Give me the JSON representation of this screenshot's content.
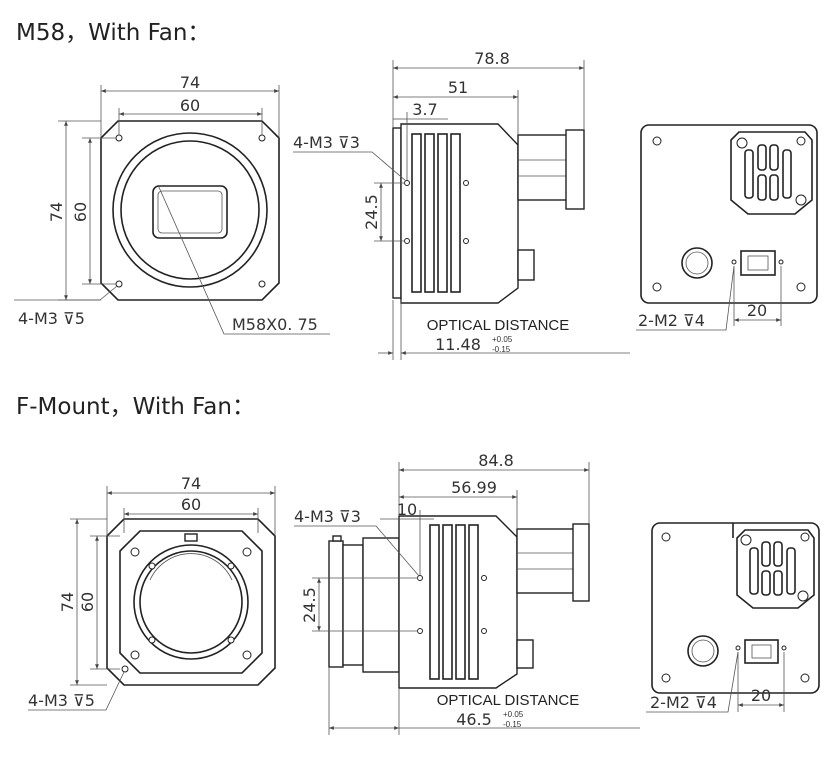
{
  "sections": [
    {
      "title": "M58，With Fan：",
      "front": {
        "width": "74",
        "hole_span": "60",
        "height": "74",
        "hole_span_v": "60",
        "mount_holes": "4-M3 ⊽5",
        "thread": "M58X0. 75"
      },
      "side": {
        "length": "78.8",
        "body_length": "51",
        "hole_offset": "3.7",
        "holes": "4-M3 ⊽3",
        "hole_pitch": "24.5",
        "optical_label": "OPTICAL DISTANCE",
        "optical_value": "11.48",
        "tol_plus": "+0.05",
        "tol_minus": "-0.15"
      },
      "back": {
        "holes": "2-M2 ⊽4",
        "hole_pitch": "20"
      }
    },
    {
      "title": "F-Mount，With Fan：",
      "front": {
        "width": "74",
        "hole_span": "60",
        "height": "74",
        "hole_span_v": "60",
        "mount_holes": "4-M3 ⊽5"
      },
      "side": {
        "length": "84.8",
        "body_length": "56.99",
        "hole_offset": "10",
        "holes": "4-M3 ⊽3",
        "hole_pitch": "24.5",
        "optical_label": "OPTICAL DISTANCE",
        "optical_value": "46.5",
        "tol_plus": "+0.05",
        "tol_minus": "-0.15"
      },
      "back": {
        "holes": "2-M2 ⊽4",
        "hole_pitch": "20"
      }
    }
  ]
}
